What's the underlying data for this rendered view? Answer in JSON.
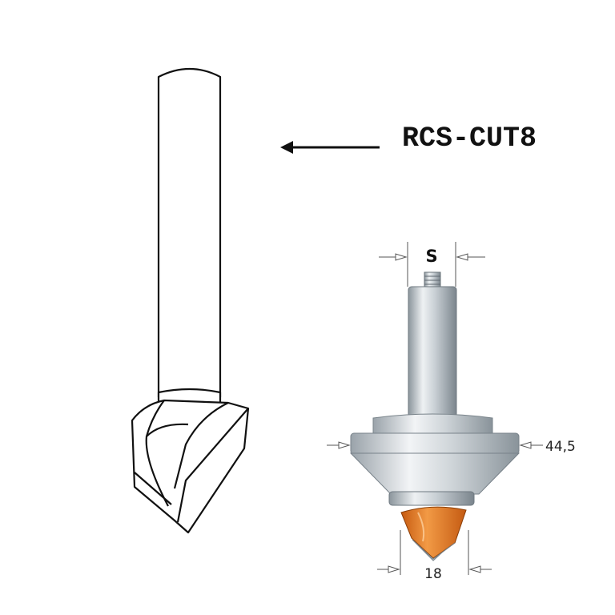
{
  "product": {
    "code": "RCS-CUT8"
  },
  "dimensions": {
    "shank": "S",
    "bearing_diameter": "44,5",
    "cutting_diameter": "18"
  },
  "colors": {
    "line": "#111111",
    "cutter_orange": "#e8781e",
    "metal_light": "#e6eaed",
    "metal_mid": "#b3bcc2",
    "metal_dark": "#7d878f",
    "dim_line": "#555555"
  }
}
